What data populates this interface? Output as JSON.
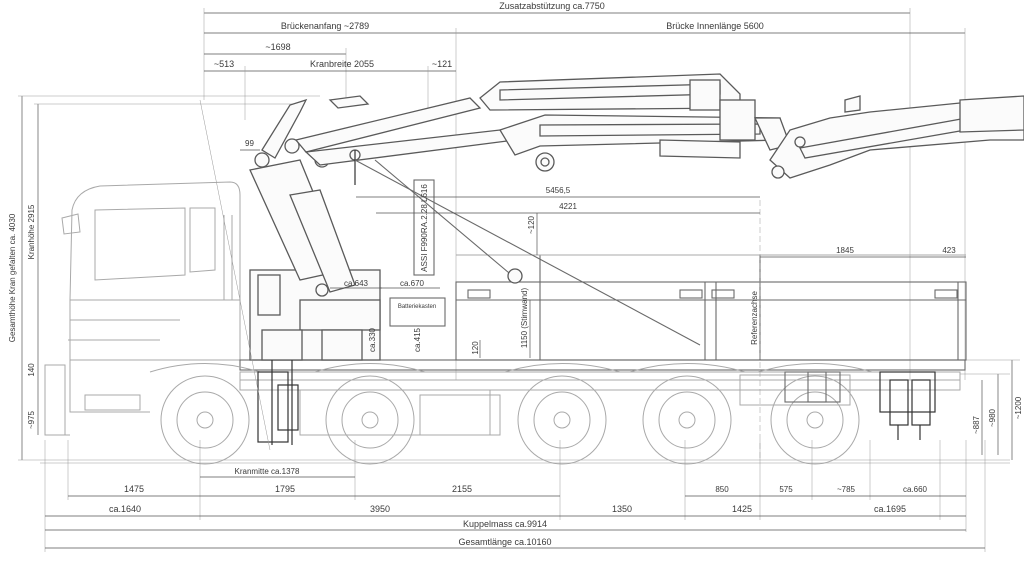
{
  "top_dimensions": {
    "overall_outreach": "Zusatzabstützung ca.7750",
    "body_start": "Brückenanfang ~2789",
    "inner_length": "Brücke Innenlänge 5600",
    "crane_offset": "~1698",
    "front_offset": "~513",
    "crane_width": "Kranbreite 2055",
    "rear_offset": "~121"
  },
  "side_dimensions": {
    "crane_height_folded": "Gesamthöhe Kran gefalten ca. 4030",
    "crane_height": "Kranhöhe 2915",
    "left_bottom": "~975",
    "left_mid": "140",
    "right_887": "~887",
    "right_980": "~980",
    "right_1200": "~1200"
  },
  "inner_dimensions": {
    "d99": "99",
    "d5456": "5456,5",
    "d4221": "4221",
    "d120_top": "~120",
    "d1845": "1845",
    "d423": "423",
    "d643": "ca.643",
    "d670": "ca.670",
    "d330": "ca.330",
    "d415": "ca.415",
    "d120_low": "120",
    "d1150": "1150 (Stirnwand)"
  },
  "labels": {
    "crane_model": "ASSI F990RA.2.28 L616",
    "box": "Batteriekasten",
    "reference_axis": "Referenzachse"
  },
  "bottom_dimensions": {
    "crane_center": "Kranmitte ca.1378",
    "row1": [
      "1475",
      "1795",
      "2155",
      "850",
      "575",
      "~785",
      "ca.660"
    ],
    "row2": [
      "ca.1640",
      "3950",
      "1350",
      "1425",
      "ca.1695"
    ],
    "coupling": "Kuppelmass ca.9914",
    "total_length": "Gesamtlänge ca.10160"
  }
}
